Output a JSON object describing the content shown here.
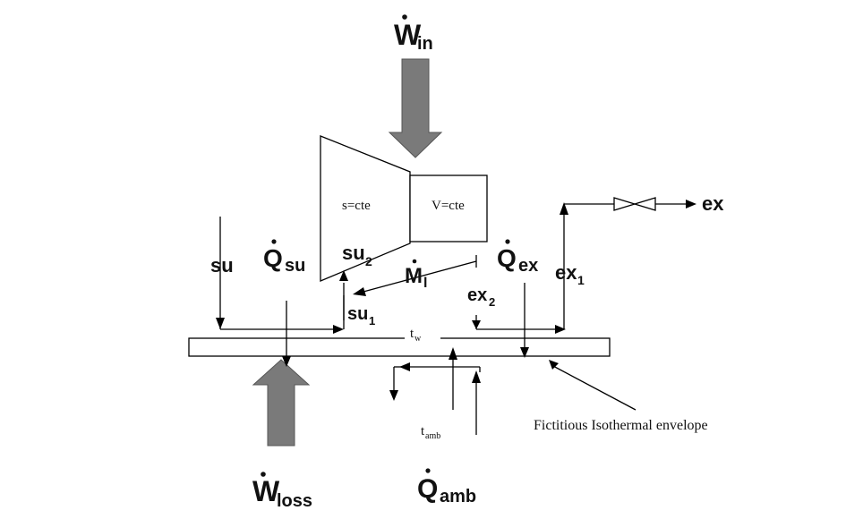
{
  "labels": {
    "w_in": "W",
    "w_in_sub": "in",
    "w_loss": "W",
    "w_loss_sub": "loss",
    "q_su": "Q",
    "q_su_sub": "su",
    "q_ex": "Q",
    "q_ex_sub": "ex",
    "q_amb": "Q",
    "q_amb_sub": "amb",
    "m_l": "M",
    "m_l_sub": "l",
    "su": "su",
    "su2": "su",
    "su2_sub": "2",
    "su1": "su",
    "su1_sub": "1",
    "ex": "ex",
    "ex1": "ex",
    "ex1_sub": "1",
    "ex2": "ex",
    "ex2_sub": "2",
    "s_cte": "s=cte",
    "v_cte": "V=cte",
    "t_w": "t",
    "t_w_sub": "w",
    "t_amb": "t",
    "t_amb_sub": "amb",
    "envelope": "Fictitious Isothermal envelope"
  },
  "colors": {
    "big_arrow_fill": "#7a7a7a",
    "line": "#000000",
    "background": "#ffffff"
  }
}
